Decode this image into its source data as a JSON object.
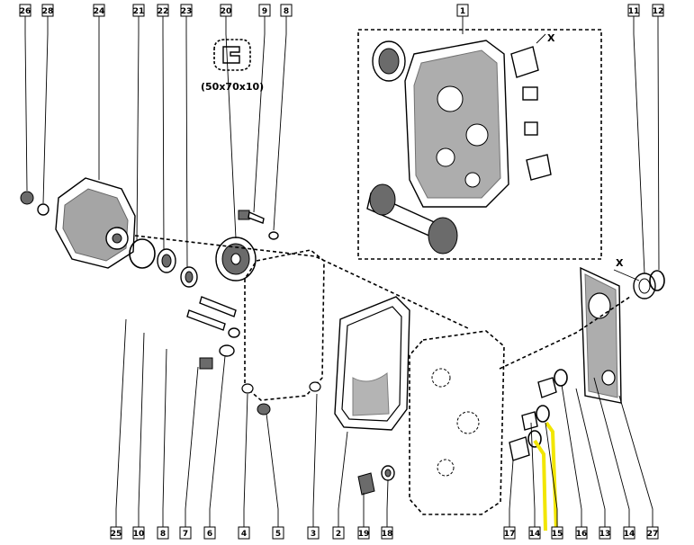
{
  "diagram": {
    "seal_spec": "(50x70x10)",
    "cut_marker": "X",
    "highlight_color": "#f2e600",
    "callouts_top": [
      "26",
      "28",
      "24",
      "21",
      "22",
      "23",
      "20",
      "9",
      "8",
      "1",
      "11",
      "12"
    ],
    "callouts_bottom": [
      "25",
      "10",
      "8",
      "7",
      "6",
      "4",
      "5",
      "3",
      "2",
      "19",
      "18",
      "17",
      "14",
      "15",
      "16",
      "13",
      "14",
      "27"
    ],
    "highlighted_part": "15"
  }
}
